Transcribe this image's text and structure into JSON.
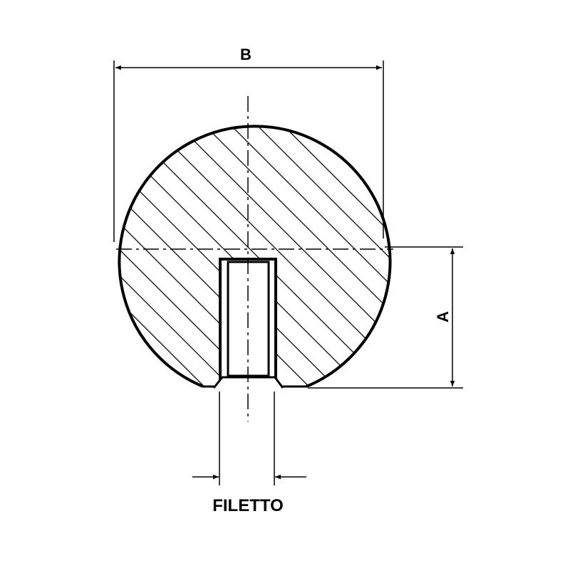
{
  "drawing": {
    "dimension_b_label": "B",
    "dimension_a_label": "A",
    "thread_label": "FILETTO",
    "line_color": "#000000",
    "background_color": "#ffffff"
  }
}
